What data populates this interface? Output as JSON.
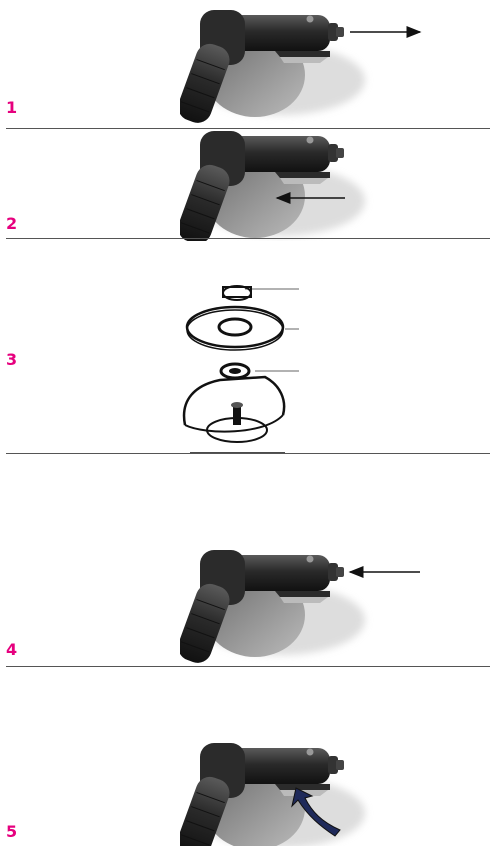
{
  "accent_color": "#e6007e",
  "steps": [
    {
      "number": "1",
      "illustration": "grinder-arrow-right"
    },
    {
      "number": "2",
      "illustration": "grinder-arrow-left-at-disc"
    },
    {
      "number": "3",
      "illustration": "flange-disc-assembly"
    },
    {
      "number": "4",
      "illustration": "grinder-arrow-left-at-nozzle"
    },
    {
      "number": "5",
      "illustration": "grinder-lever-press"
    }
  ]
}
